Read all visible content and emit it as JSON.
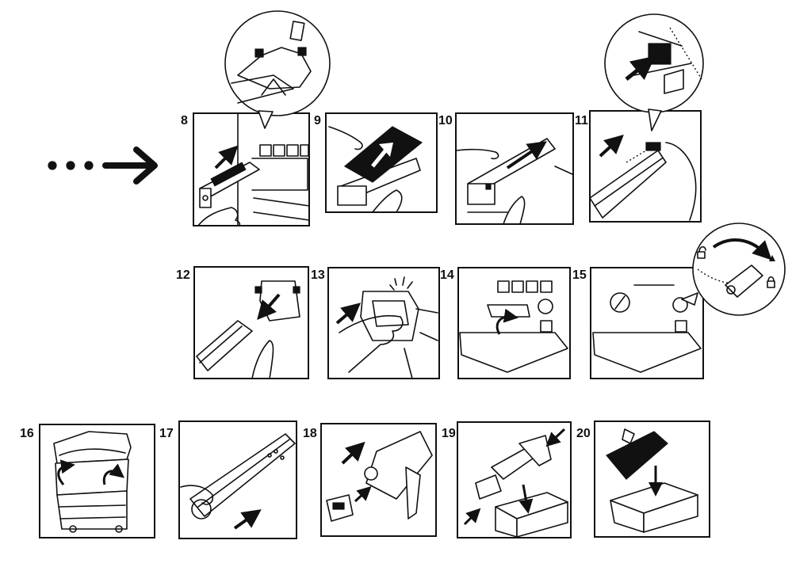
{
  "steps": [
    {
      "number": "8"
    },
    {
      "number": "9"
    },
    {
      "number": "10"
    },
    {
      "number": "11"
    },
    {
      "number": "12"
    },
    {
      "number": "13"
    },
    {
      "number": "14"
    },
    {
      "number": "15"
    },
    {
      "number": "16"
    },
    {
      "number": "17"
    },
    {
      "number": "18"
    },
    {
      "number": "19"
    },
    {
      "number": "20"
    }
  ]
}
